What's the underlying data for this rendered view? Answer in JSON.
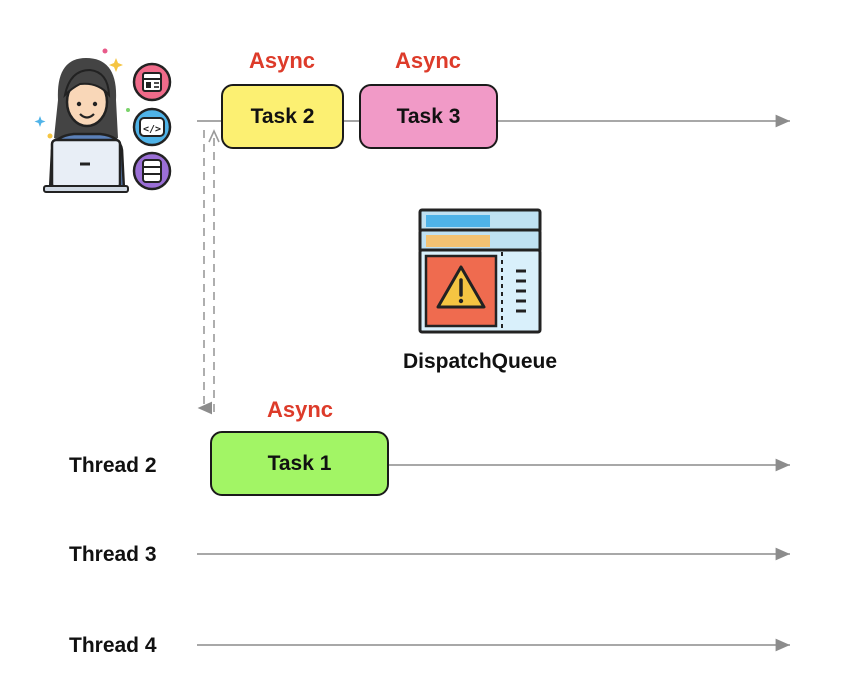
{
  "tasks": [
    {
      "label": "Task 2",
      "tag": "Async",
      "color": "#fcf072"
    },
    {
      "label": "Task 3",
      "tag": "Async",
      "color": "#f19ac7"
    },
    {
      "label": "Task 1",
      "tag": "Async",
      "color": "#a2f565"
    }
  ],
  "threads": [
    {
      "label": "Thread 2"
    },
    {
      "label": "Thread 3"
    },
    {
      "label": "Thread 4"
    }
  ],
  "queue": {
    "label": "DispatchQueue",
    "icon": "dispatch-queue-warning-icon"
  },
  "developer": {
    "icon": "developer-avatar-icon"
  },
  "colors": {
    "async_tag": "#dd3b2a",
    "line": "#8c8c8c"
  }
}
